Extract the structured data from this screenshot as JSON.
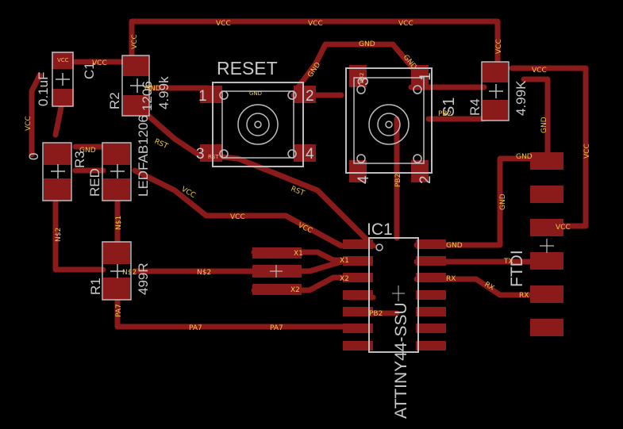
{
  "components": {
    "c1": {
      "name": "C1",
      "value": "0.1uF"
    },
    "r2": {
      "name": "R2",
      "value": "4.99k"
    },
    "r2_pkg": {
      "value": "1206"
    },
    "r4": {
      "name": "R4",
      "value": "4.99K"
    },
    "r1": {
      "name": "R1",
      "value": "499R"
    },
    "r3": {
      "name": "R3",
      "value": "0"
    },
    "led": {
      "name": "LEDFAB1206"
    },
    "red": {
      "name": "RED"
    },
    "reset": {
      "name": "RESET"
    },
    "s1": {
      "name": "S1"
    },
    "ic1": {
      "name": "IC1",
      "value": "ATTINY44-SSU"
    },
    "ftdi": {
      "name": "FTDI"
    }
  },
  "nets": {
    "vcc": "VCC",
    "gnd": "GND",
    "rst": "RST",
    "tx": "TX",
    "rx": "RX",
    "x1": "X1",
    "x2": "X2",
    "pa7": "PA7",
    "pb2": "PB2",
    "n1": "N$1",
    "n2": "N$2"
  },
  "pins": {
    "p1": "1",
    "p2": "2",
    "p3": "3",
    "p4": "4",
    "rst_pad": "RST",
    "gnd_pad": "GND",
    "vcc_pad": "VCC",
    "pb2_pad": "PB2"
  },
  "colors": {
    "copper": "#8b1a1a",
    "silkscreen": "#bdbdbd",
    "netlabel": "#e8c94a",
    "background": "#000000"
  }
}
